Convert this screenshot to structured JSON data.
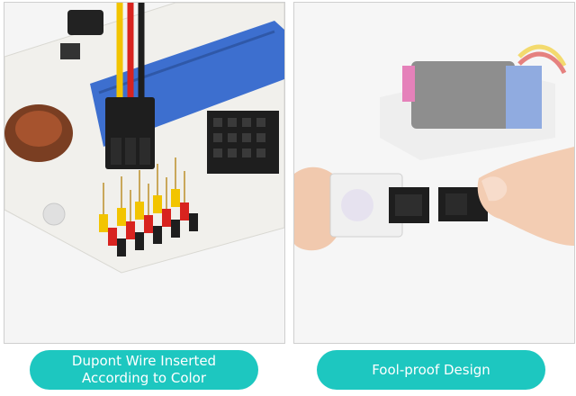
{
  "colors": {
    "accent": "#1dc7c0",
    "board_blue": "#3d6fcf",
    "wire_yellow": "#f2c400",
    "wire_red": "#d8231f",
    "wire_black": "#1e1e1e",
    "pcb_white": "#f1f0ec"
  },
  "captions": {
    "left": {
      "line1": "Dupont Wire Inserted",
      "line2": "According to Color"
    },
    "right": {
      "line1": "Fool-proof Design"
    }
  }
}
